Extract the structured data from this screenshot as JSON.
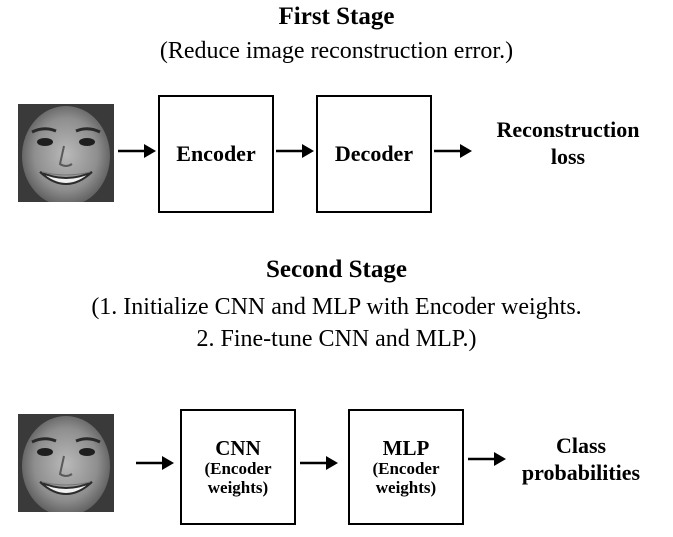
{
  "stage1": {
    "title": "First Stage",
    "subtitle": "(Reduce image reconstruction error.)",
    "image_icon": "face-photo",
    "encoder_label": "Encoder",
    "decoder_label": "Decoder",
    "output_line1": "Reconstruction",
    "output_line2": "loss"
  },
  "stage2": {
    "title": "Second Stage",
    "subtitle_line1": "(1. Initialize CNN and MLP with Encoder weights.",
    "subtitle_line2": "2. Fine-tune CNN and MLP.)",
    "image_icon": "face-photo",
    "cnn": {
      "main": "CNN",
      "sub1": "(Encoder",
      "sub2": "weights)"
    },
    "mlp": {
      "main": "MLP",
      "sub1": "(Encoder",
      "sub2": "weights)"
    },
    "output_line1": "Class",
    "output_line2": "probabilities"
  }
}
